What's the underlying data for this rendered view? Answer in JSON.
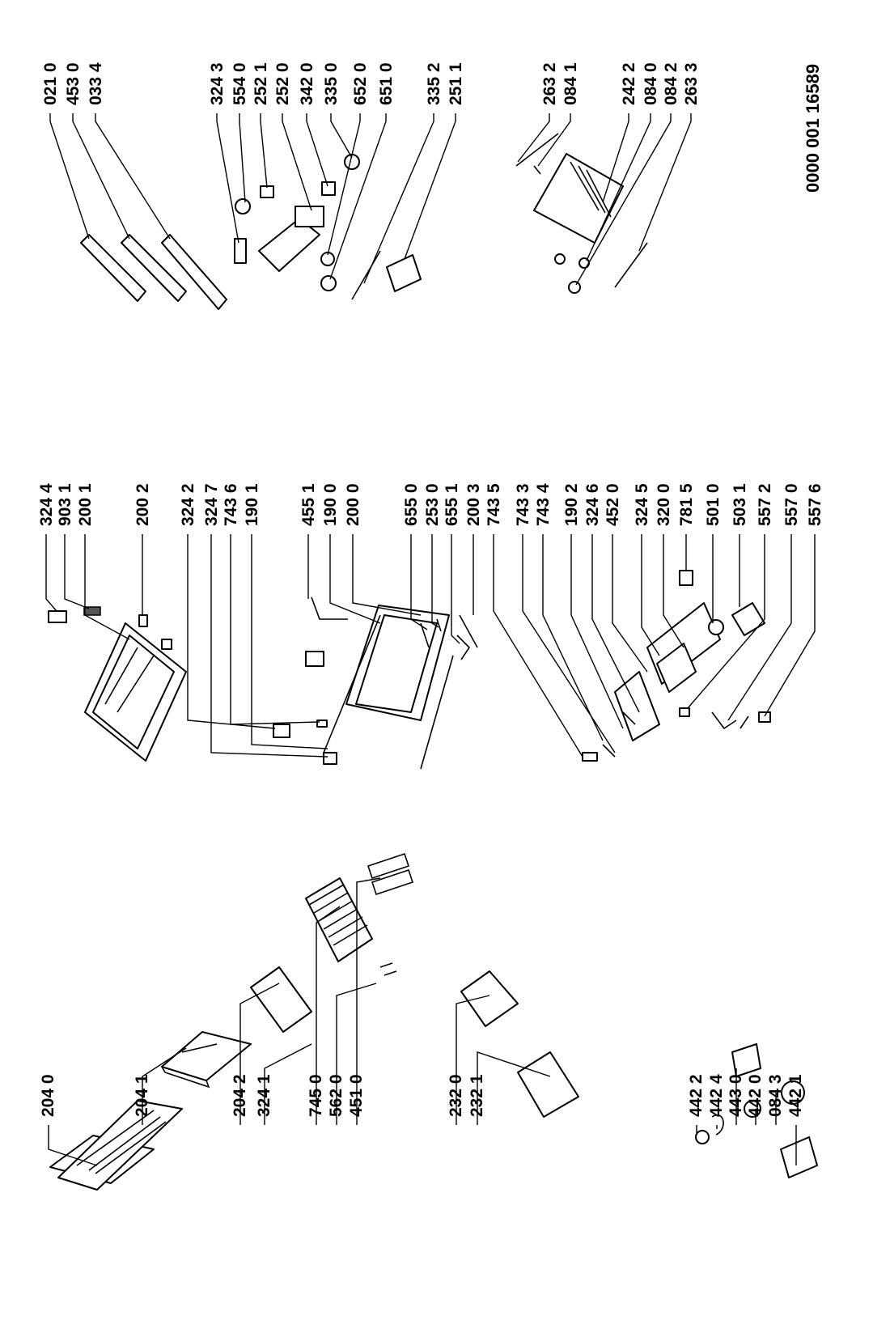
{
  "document_number": "0000 001 16589",
  "callouts": {
    "left_group": [
      "204 0",
      "204 1",
      "204 2",
      "324 1",
      "745 0",
      "562 0",
      "451 0",
      "232 0",
      "232 1",
      "442 2",
      "442 4",
      "443 0",
      "442 0",
      "084 3",
      "442 1"
    ],
    "center_group": [
      "324 4",
      "903 1",
      "200 1",
      "200 2",
      "324 2",
      "324 7",
      "743 6",
      "190 1",
      "455 1",
      "190 0",
      "200 0",
      "655 0",
      "253 0",
      "655 1",
      "200 3",
      "743 5",
      "743 3",
      "743 4",
      "190 2",
      "324 6",
      "452 0",
      "324 5",
      "320 0",
      "781 5",
      "501 0",
      "503 1",
      "557 2",
      "557 0",
      "557 6"
    ],
    "right_group": [
      "021 0",
      "453 0",
      "033 4",
      "324 3",
      "554 0",
      "252 1",
      "252 0",
      "342 0",
      "335 0",
      "652 0",
      "651 0",
      "335 2",
      "251 1",
      "263 2",
      "084 1",
      "242 2",
      "084 0",
      "084 2",
      "263 3"
    ]
  }
}
